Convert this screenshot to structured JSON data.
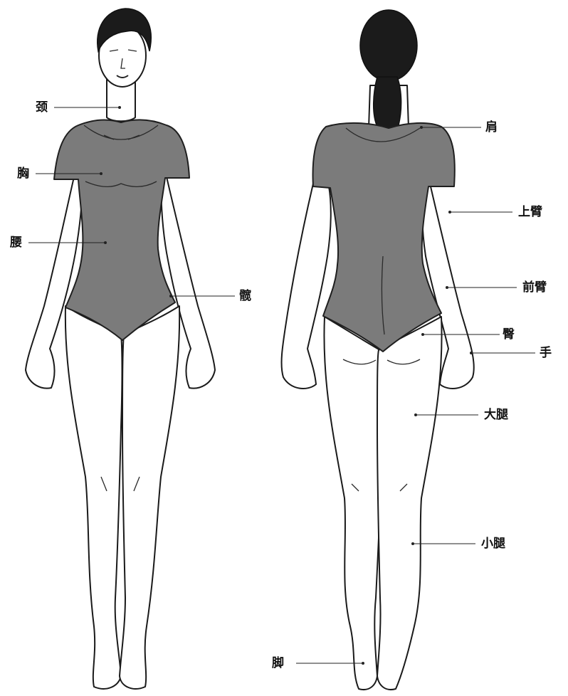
{
  "front_view": {
    "labels": {
      "neck": "颈",
      "chest": "胸",
      "waist": "腰",
      "hip": "髋"
    }
  },
  "back_view": {
    "labels": {
      "shoulder": "肩",
      "upper_arm": "上臂",
      "forearm": "前臂",
      "buttocks": "臀",
      "hand": "手",
      "thigh": "大腿",
      "calf": "小腿",
      "foot": "脚"
    }
  }
}
